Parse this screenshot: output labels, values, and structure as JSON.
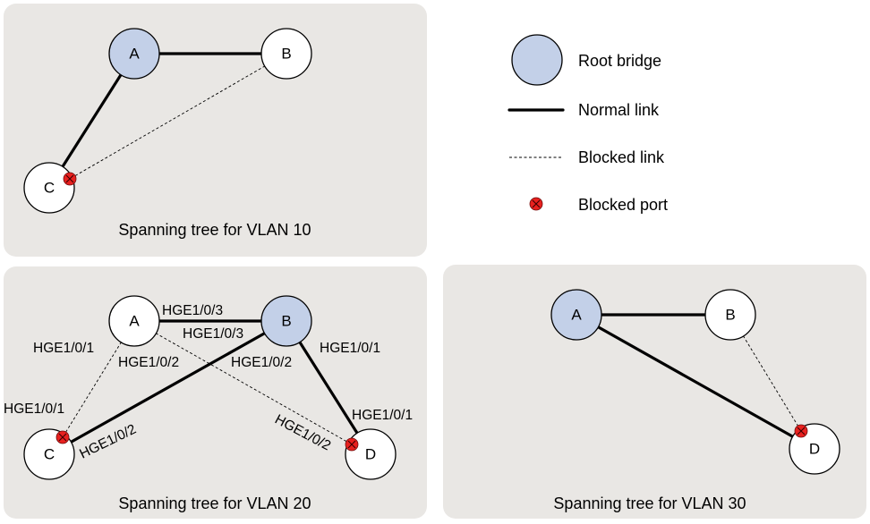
{
  "legend": {
    "root_bridge": "Root bridge",
    "normal_link": "Normal link",
    "blocked_link": "Blocked link",
    "blocked_port": "Blocked port"
  },
  "colors": {
    "panel": "#e9e7e4",
    "root_bridge": "#c3d0e8",
    "blocked_port": "#e8211f"
  },
  "vlan10": {
    "caption": "Spanning tree for VLAN 10",
    "nodes": {
      "a": "A",
      "b": "B",
      "c": "C"
    }
  },
  "vlan20": {
    "caption": "Spanning tree for VLAN 20",
    "nodes": {
      "a": "A",
      "b": "B",
      "c": "C",
      "d": "D"
    },
    "ports": {
      "a_b_near_a": "HGE1/0/3",
      "a_b_near_b": "HGE1/0/3",
      "a_c_near_a": "HGE1/0/1",
      "a_c_near_c": "HGE1/0/1",
      "a_d_near_a": "HGE1/0/2",
      "a_d_near_d": "HGE1/0/2",
      "b_c_near_b": "HGE1/0/2",
      "b_c_near_c": "HGE1/0/2",
      "b_d_near_b": "HGE1/0/1",
      "b_d_near_d": "HGE1/0/1"
    }
  },
  "vlan30": {
    "caption": "Spanning tree for VLAN 30",
    "nodes": {
      "a": "A",
      "b": "B",
      "d": "D"
    }
  }
}
